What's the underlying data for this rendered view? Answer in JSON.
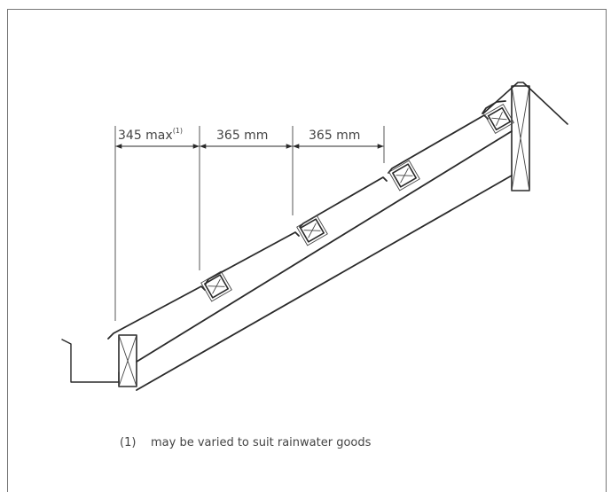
{
  "dimensions": [
    {
      "value": "345 max",
      "superscript": "(1)"
    },
    {
      "value": "365 mm"
    },
    {
      "value": "365 mm"
    }
  ],
  "footnote": {
    "marker": "(1)",
    "text": "may be varied to suit rainwater goods"
  }
}
